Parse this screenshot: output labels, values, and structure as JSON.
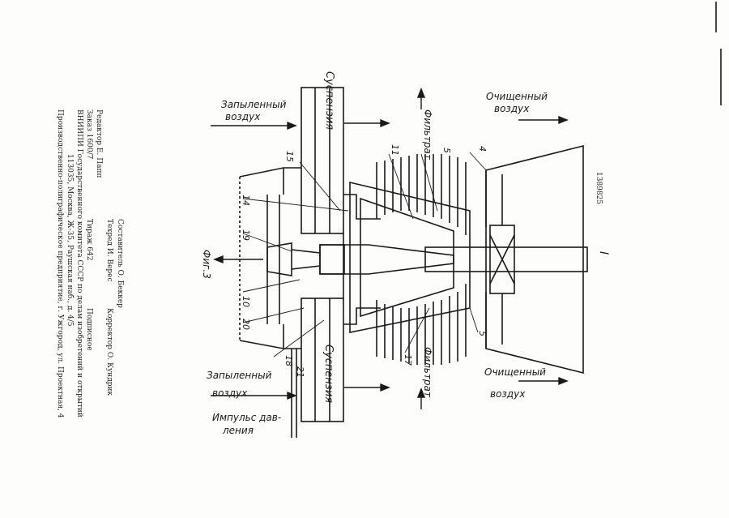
{
  "document": {
    "patent_number": "1389825",
    "figure_caption": "Фиг.3",
    "section_mark": "I",
    "scan_marks": [
      "|",
      "|"
    ]
  },
  "labels": {
    "dusty_air_top": "Запыленный",
    "dusty_air_top_2": "воздух",
    "dusty_air_bottom": "Запыленный",
    "dusty_air_bottom_2": "воздух",
    "suspension_top": "Суспензия",
    "suspension_bottom": "Суспензия",
    "filtrate_top": "Фильтрат",
    "filtrate_bottom": "Фильтрат",
    "clean_air_top": "Очищенный",
    "clean_air_top_2": "воздух",
    "clean_air_bottom": "Очищенный",
    "clean_air_bottom_2": "воздух",
    "pressure_impulse_1": "Импульс дав-",
    "pressure_impulse_2": "ления"
  },
  "callouts": {
    "n15": "15",
    "n14": "14",
    "n19": "19",
    "n10": "10",
    "n20": "20",
    "n18": "18",
    "n21": "21",
    "n11": "11",
    "n5a": "5",
    "n5b": "5",
    "n4": "4",
    "n17": "17"
  },
  "imprint": {
    "line1": "Редактор Е. Папп",
    "line1b": "Составитель О. Беккер",
    "line1c": "Техред И. Верес",
    "line1d": "Корректор О. Кундрик",
    "line2": "Заказ 1600/7",
    "line2b": "Тираж 642",
    "line2c": "Подписное",
    "line3": "ВНИИПИ Государственного комитета СССР по делам изобретений и открытий",
    "line4": "113035, Москва, Ж-35, Раушская наб., д. 4/5",
    "line5": "Производственно-полиграфическое предприятие, г. Ужгород, ул. Проектная, 4"
  }
}
